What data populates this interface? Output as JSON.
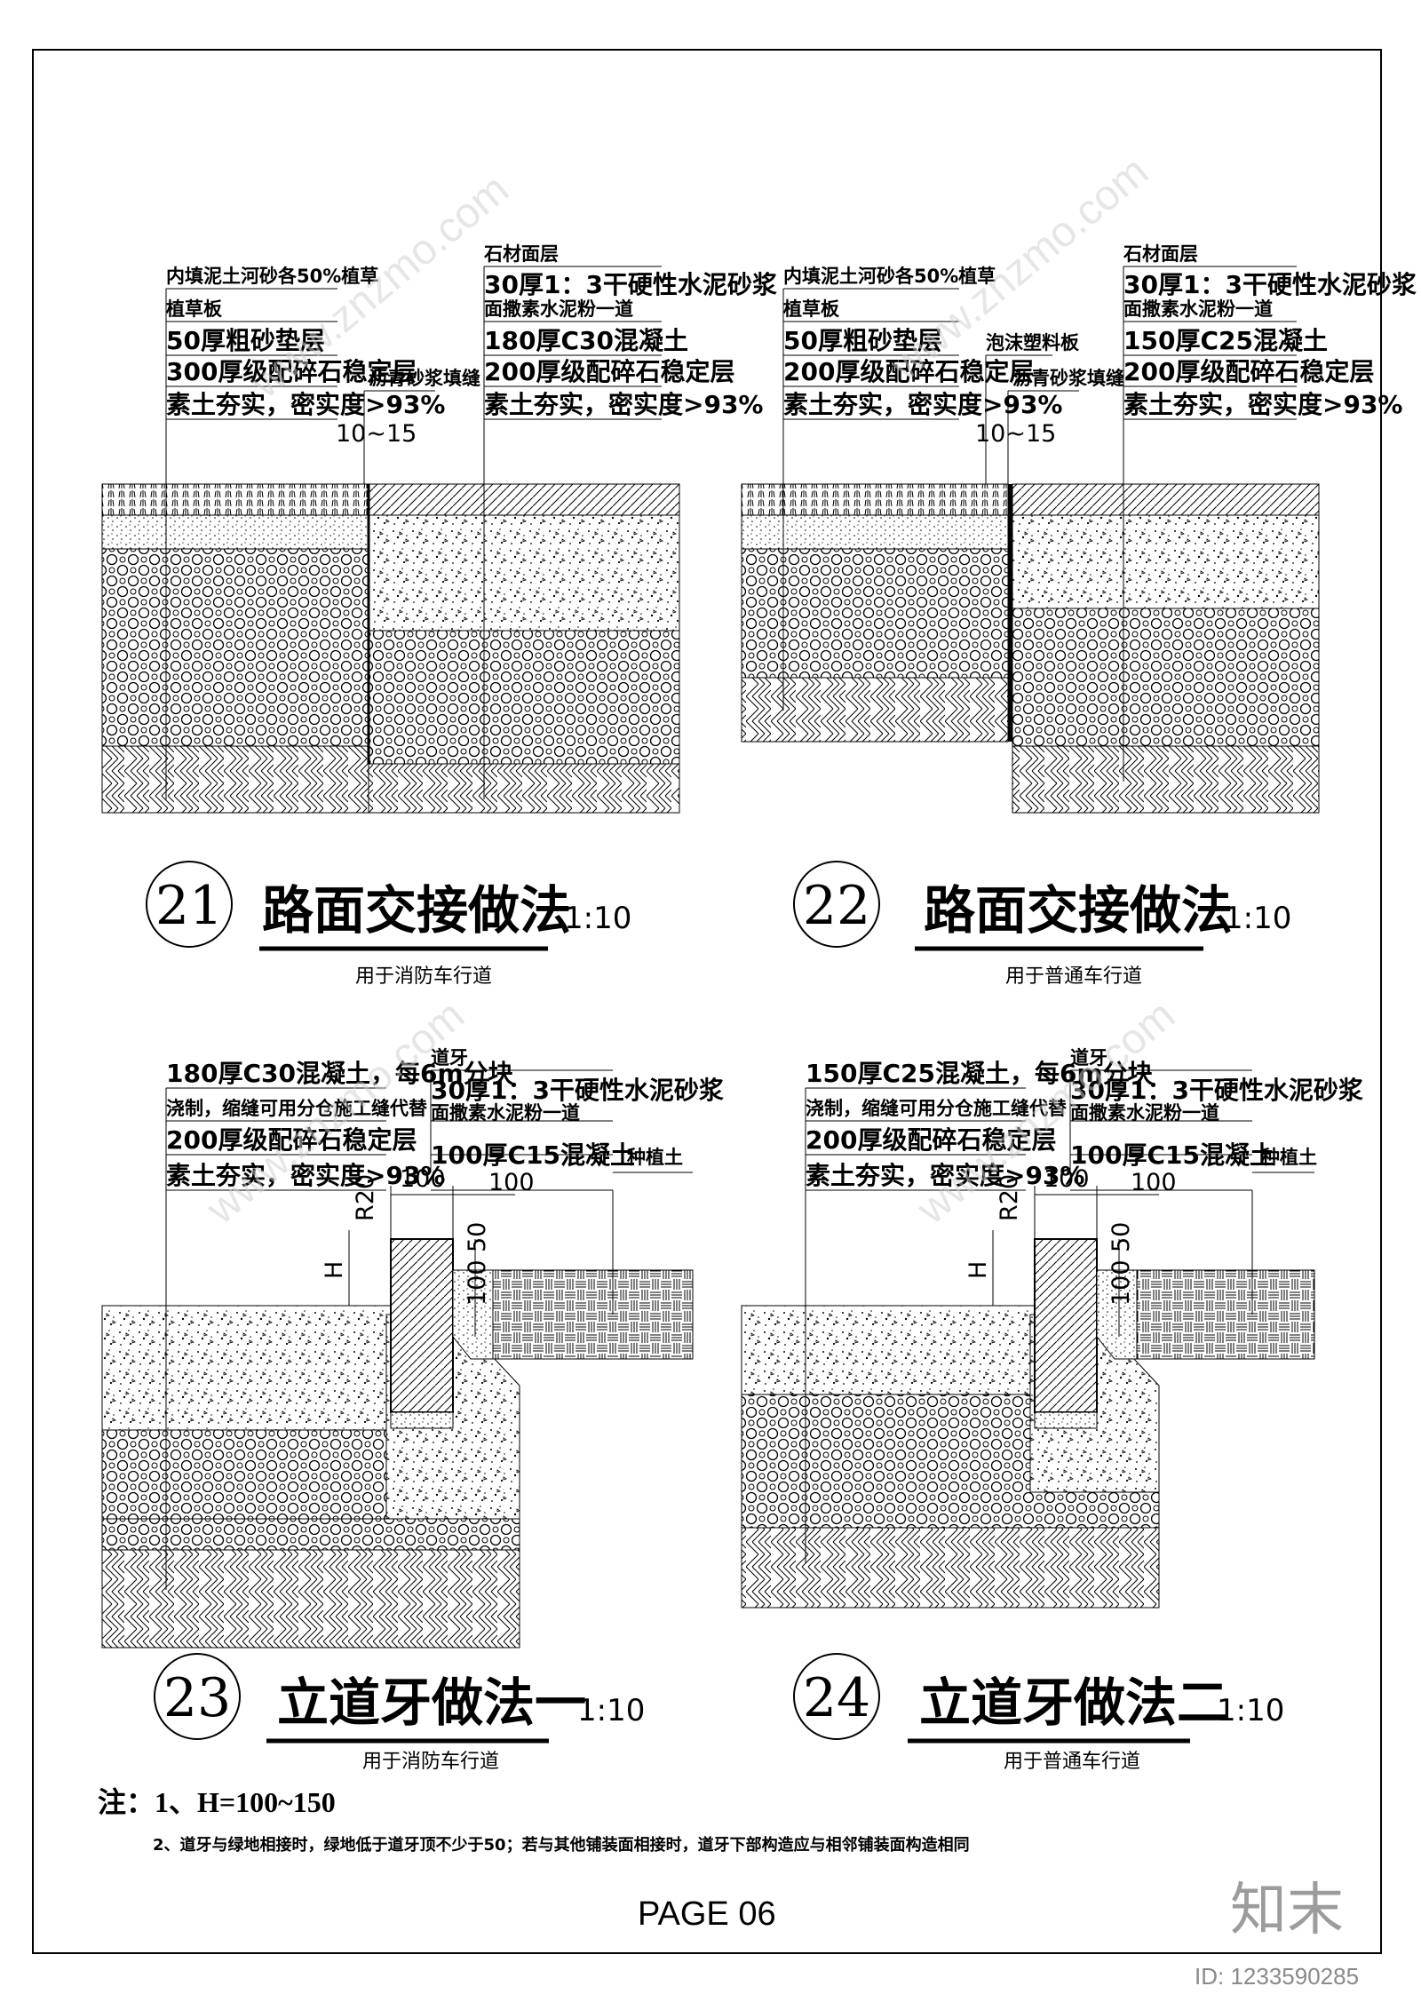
{
  "detail_21": {
    "number": "21",
    "title": "路面交接做法",
    "scale": "1:10",
    "subtitle": "用于消防车行道",
    "left_layers": [
      "内填泥土河砂各50%植草",
      "植草板",
      "50厚粗砂垫层",
      "300厚级配碎石稳定层",
      "素土夯实，密实度>93%"
    ],
    "joint_label": "沥青砂浆填缝",
    "gap_dim": "10~15",
    "right_layers": [
      "石材面层",
      "30厚1：3干硬性水泥砂浆",
      "面撒素水泥粉一道",
      "180厚C30混凝土",
      "200厚级配碎石稳定层",
      "素土夯实，密实度>93%"
    ]
  },
  "detail_22": {
    "number": "22",
    "title": "路面交接做法",
    "scale": "1:10",
    "subtitle": "用于普通车行道",
    "left_layers": [
      "内填泥土河砂各50%植草",
      "植草板",
      "50厚粗砂垫层",
      "200厚级配碎石稳定层",
      "素土夯实，密实度>93%"
    ],
    "foam_label": "泡沫塑料板",
    "joint_label": "沥青砂浆填缝",
    "gap_dim": "10~15",
    "right_layers": [
      "石材面层",
      "30厚1：3干硬性水泥砂浆",
      "面撒素水泥粉一道",
      "150厚C25混凝土",
      "200厚级配碎石稳定层",
      "素土夯实，密实度>93%"
    ]
  },
  "detail_23": {
    "number": "23",
    "title": "立道牙做法一",
    "scale": "1:10",
    "subtitle": "用于消防车行道",
    "left_layers": [
      "180厚C30混凝土，每6m分块",
      "浇制，缩缝可用分仓施工缝代替",
      "200厚级配碎石稳定层",
      "素土夯实，密实度>93%"
    ],
    "right_layers": [
      "道牙",
      "30厚1：3干硬性水泥砂浆",
      "面撒素水泥粉一道",
      "100厚C15混凝土"
    ],
    "soil_label": "种植土",
    "dims": {
      "d100a": "100",
      "d100b": "100",
      "d50": "50",
      "d100c": "100",
      "r20": "R20",
      "h": "H"
    }
  },
  "detail_24": {
    "number": "24",
    "title": "立道牙做法二",
    "scale": "1:10",
    "subtitle": "用于普通车行道",
    "left_layers": [
      "150厚C25混凝土，每6m分块",
      "浇制，缩缝可用分仓施工缝代替",
      "200厚级配碎石稳定层",
      "素土夯实，密实度>93%"
    ],
    "right_layers": [
      "道牙",
      "30厚1：3干硬性水泥砂浆",
      "面撒素水泥粉一道",
      "100厚C15混凝土"
    ],
    "soil_label": "种植土",
    "dims": {
      "d100a": "100",
      "d100b": "100",
      "d50": "50",
      "d100c": "100",
      "r20": "R20",
      "h": "H"
    }
  },
  "notes": {
    "note1": "注：1、H=100~150",
    "note2": "2、道牙与绿地相接时，绿地低于道牙顶不少于50；若与其他铺装面相接时，道牙下部构造应与相邻铺装面构造相同"
  },
  "page_label": "PAGE 06",
  "watermark": {
    "text": "www.znzmo.com",
    "logo": "知末",
    "id": "ID: 1233590285"
  }
}
